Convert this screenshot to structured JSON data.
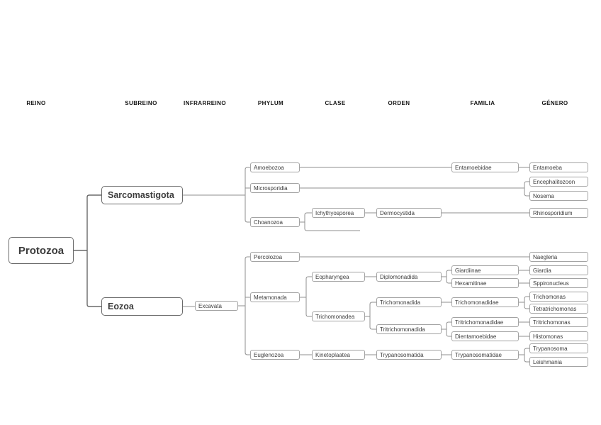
{
  "headers": [
    "REINO",
    "SUBREINO",
    "INFRARREINO",
    "PHYLUM",
    "CLASE",
    "ORDEN",
    "FAMILIA",
    "GÉNERO"
  ],
  "nodes": {
    "protozoa": "Protozoa",
    "sarcomastigota": "Sarcomastigota",
    "eozoa": "Eozoa",
    "excavata": "Excavata",
    "amoebozoa": "Amoebozoa",
    "microsporidia": "Microsporidia",
    "choanozoa": "Choanozoa",
    "percolozoa": "Percolozoa",
    "metamonada": "Metamonada",
    "euglenozoa": "Euglenozoa",
    "ichythyosporea": "Ichythyosporea",
    "eopharyngea": "Eopharyngea",
    "trichomonadea": "Trichomonadea",
    "kinetoplaatea": "Kinetoplaatea",
    "dermocystida": "Dermocystida",
    "diplomonadida": "Diplomonadida",
    "trichomonadida": "Trichomonadida",
    "tritrichomonadida": "Tritrichomonadida",
    "trypanosomatida": "Trypanosomatida",
    "entamoebidae": "Entamoebidae",
    "giardiinae": "Giardiinae",
    "hexamitinae": "Hexamitinae",
    "trichomonadidae": "Trichomonadidae",
    "tritrichomonadidae": "Tritrichomonadidae",
    "dientamoebidae": "Dientamoebidae",
    "trypanosomatidae": "Trypanosomatidae",
    "entamoeba": "Entamoeba",
    "encephalitozoon": "Encephalitozoon",
    "nosema": "Nosema",
    "rhinosporidium": "Rhinosporidium",
    "naegleria": "Naegleria",
    "giardia": "Giardia",
    "sppironucleus": "Sppironucleus",
    "trichomonas": "Trichomonas",
    "tetratrichomonas": "Tetratrichomonas",
    "tritrichomonas": "Tritrichomonas",
    "histomonas": "Histomonas",
    "trypanosoma": "Trypanosoma",
    "leishmania": "Leishmania"
  },
  "hierarchy": {
    "Protozoa": {
      "Sarcomastigota": {
        "Amoebozoa": {
          "Entamoebidae": [
            "Entamoeba"
          ]
        },
        "Microsporidia": [
          "Encephalitozoon",
          "Nosema"
        ],
        "Choanozoa": {
          "Ichythyosporea": {
            "Dermocystida": [
              "Rhinosporidium"
            ]
          }
        }
      },
      "Eozoa": {
        "Excavata": {
          "Percolozoa": [
            "Naegleria"
          ],
          "Metamonada": {
            "Eopharyngea": {
              "Diplomonadida": {
                "Giardiinae": [
                  "Giardia"
                ],
                "Hexamitinae": [
                  "Sppironucleus"
                ]
              }
            },
            "Trichomonadea": {
              "Trichomonadida": {
                "Trichomonadidae": [
                  "Trichomonas",
                  "Tetratrichomonas"
                ]
              },
              "Tritrichomonadida": {
                "Tritrichomonadidae": [
                  "Tritrichomonas"
                ],
                "Dientamoebidae": [
                  "Histomonas"
                ]
              }
            }
          },
          "Euglenozoa": {
            "Kinetoplaatea": {
              "Trypanosomatida": {
                "Trypanosomatidae": [
                  "Trypanosoma",
                  "Leishmania"
                ]
              }
            }
          }
        }
      }
    }
  },
  "colors": {
    "line": "#8f8f8f",
    "line_strong": "#6a6a6a",
    "box_border": "#a3a3a3",
    "box_border_strong": "#6a6a6a",
    "text": "#3c3c3c",
    "background": "#ffffff"
  }
}
